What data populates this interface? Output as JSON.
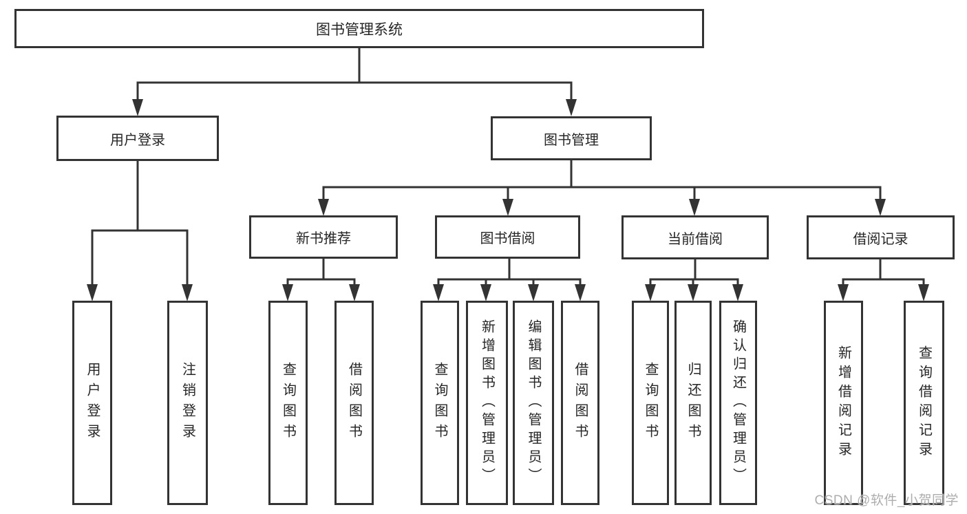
{
  "tree": {
    "label": "图书管理系统",
    "children": [
      {
        "label": "用户登录",
        "children": [
          {
            "label": "用户登录"
          },
          {
            "label": "注销登录"
          }
        ]
      },
      {
        "label": "图书管理",
        "children": [
          {
            "label": "新书推荐",
            "children": [
              {
                "label": "查询图书"
              },
              {
                "label": "借阅图书"
              }
            ]
          },
          {
            "label": "图书借阅",
            "children": [
              {
                "label": "查询图书"
              },
              {
                "label": "新增图书（管理员）"
              },
              {
                "label": "编辑图书（管理员）"
              },
              {
                "label": "借阅图书"
              }
            ]
          },
          {
            "label": "当前借阅",
            "children": [
              {
                "label": "查询图书"
              },
              {
                "label": "归还图书"
              },
              {
                "label": "确认归还（管理员）"
              }
            ]
          },
          {
            "label": "借阅记录",
            "children": [
              {
                "label": "新增借阅记录"
              },
              {
                "label": "查询借阅记录"
              }
            ]
          }
        ]
      }
    ]
  },
  "watermark": "CSDN @软件_小贺同学",
  "colors": {
    "line": "#333333",
    "text": "#262626",
    "background": "#ffffff",
    "watermark": "#adadad"
  }
}
